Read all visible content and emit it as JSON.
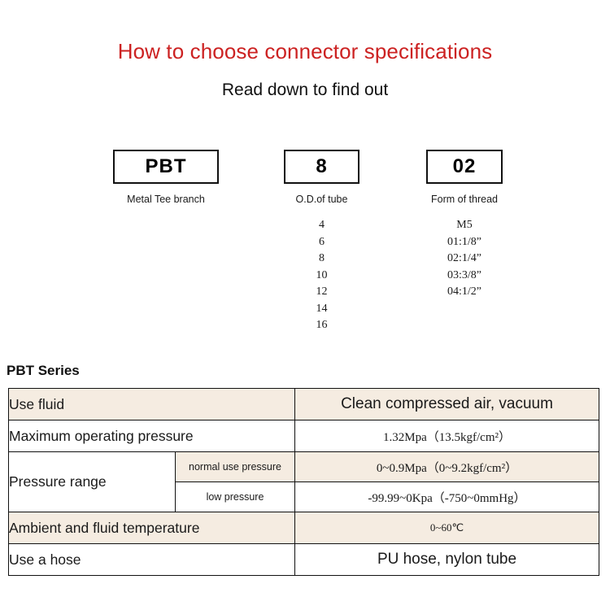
{
  "header": {
    "title": "How to choose connector specifications",
    "subtitle": "Read down to find out",
    "title_color": "#cc2222"
  },
  "code_breakdown": [
    {
      "code": "PBT",
      "caption": "Metal Tee branch",
      "options": []
    },
    {
      "code": "8",
      "caption": "O.D.of tube",
      "options": [
        "4",
        "6",
        "8",
        "10",
        "12",
        "14",
        "16"
      ]
    },
    {
      "code": "02",
      "caption": "Form of thread",
      "options": [
        "M5",
        "01:1/8”",
        "02:1/4”",
        "03:3/8”",
        "04:1/2”"
      ]
    }
  ],
  "spec": {
    "series_label": "PBT Series",
    "row_highlight_color": "#f5ece1",
    "rows": [
      {
        "label": "Use fluid",
        "value": "Clean compressed air, vacuum"
      },
      {
        "label": "Maximum operating pressure",
        "value": "1.32Mpa（13.5kgf/cm²）"
      },
      {
        "label": "Pressure range",
        "sub_rows": [
          {
            "sub_label": "normal use pressure",
            "value": "0~0.9Mpa（0~9.2kgf/cm²）"
          },
          {
            "sub_label": "low pressure",
            "value": "-99.99~0Kpa（-750~0mmHg）"
          }
        ]
      },
      {
        "label": "Ambient and fluid temperature",
        "value": "0~60℃"
      },
      {
        "label": "Use a hose",
        "value": "PU hose, nylon tube"
      }
    ]
  }
}
